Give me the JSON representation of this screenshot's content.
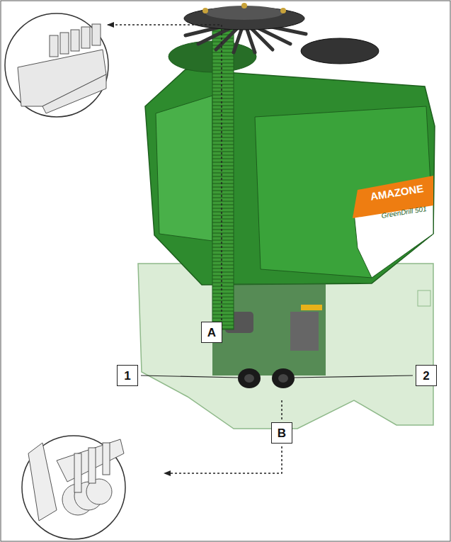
{
  "diagram": {
    "nodes": [
      {
        "text": [
          "A"
        ]
      },
      {
        "text": [
          "1"
        ]
      },
      {
        "text": [
          "2"
        ]
      },
      {
        "text": [
          "B"
        ]
      }
    ],
    "labels": [
      "AMAZONE",
      "GreenDrill 501"
    ]
  }
}
